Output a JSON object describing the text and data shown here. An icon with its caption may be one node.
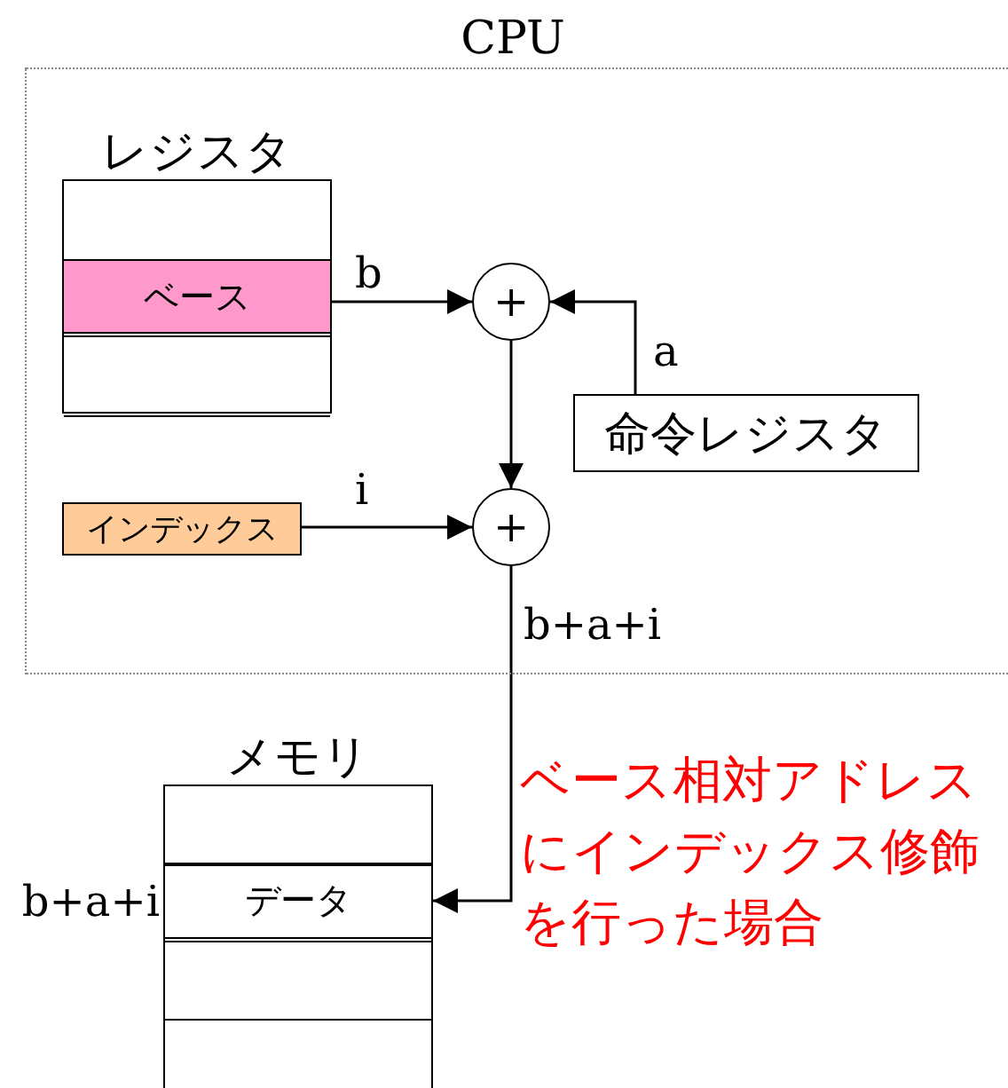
{
  "diagram": {
    "nodes": [
      {
        "text": [
          "CPU"
        ]
      },
      {
        "text": [
          "レジスタ"
        ],
        "in": 0
      },
      {
        "text": [
          "ベース"
        ],
        "in": 1
      },
      {
        "text": [
          "+"
        ],
        "in": 0
      },
      {
        "text": [
          "命令レジスタ"
        ],
        "in": 0
      },
      {
        "text": [
          "インデックス"
        ],
        "in": 0
      },
      {
        "text": [
          "+"
        ],
        "in": 0
      },
      {
        "text": [
          "メモリ"
        ]
      },
      {
        "text": [
          "データ"
        ],
        "in": 7,
        "beside": [
          "b+a+i"
        ]
      }
    ],
    "edges": [
      {
        "from": 2,
        "to": 3,
        "arrow": "to",
        "label": "b"
      },
      {
        "from": 4,
        "to": 3,
        "arrow": "to",
        "label": "a"
      },
      {
        "from": 3,
        "to": 6,
        "arrow": "to"
      },
      {
        "from": 5,
        "to": 6,
        "arrow": "to",
        "label": "i"
      },
      {
        "from": 6,
        "to": 8,
        "arrow": "to",
        "label": "b+a+i"
      }
    ],
    "labels": [
      "ベース相対アドレスにインデックス修飾を行った場合"
    ]
  }
}
